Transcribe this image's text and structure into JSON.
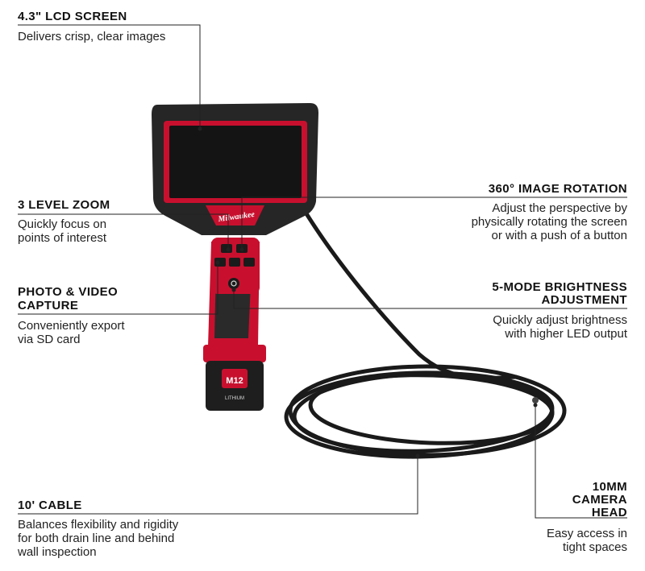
{
  "brand": "Milwaukee",
  "battery": {
    "model": "M12",
    "label": "LITHIUM"
  },
  "callouts": {
    "lcd_screen": {
      "title": "4.3\" LCD SCREEN",
      "lines": [
        "Delivers crisp, clear images"
      ]
    },
    "zoom": {
      "title": "3 LEVEL ZOOM",
      "lines": [
        "Quickly focus on",
        "points of interest"
      ]
    },
    "photo_video": {
      "title_lines": [
        "PHOTO & VIDEO",
        "CAPTURE"
      ],
      "lines": [
        "Conveniently export",
        "via SD card"
      ]
    },
    "image_rotation": {
      "title": "360° IMAGE ROTATION",
      "lines": [
        "Adjust the perspective by",
        "physically rotating the screen",
        "or with a push of a button"
      ]
    },
    "brightness": {
      "title_lines": [
        "5-MODE BRIGHTNESS",
        "ADJUSTMENT"
      ],
      "lines": [
        "Quickly adjust brightness",
        "with higher LED output"
      ]
    },
    "cable": {
      "title": "10' CABLE",
      "lines": [
        "Balances flexibility and rigidity",
        "for both drain line and behind",
        "wall inspection"
      ]
    },
    "camera_head": {
      "title_lines": [
        "10MM",
        "CAMERA",
        "HEAD"
      ],
      "lines": [
        "Easy access in",
        "tight spaces"
      ]
    }
  },
  "colors": {
    "accent": "#c8102e",
    "body": "#2b2b2b",
    "screen": "#141414",
    "line": "#222222"
  }
}
